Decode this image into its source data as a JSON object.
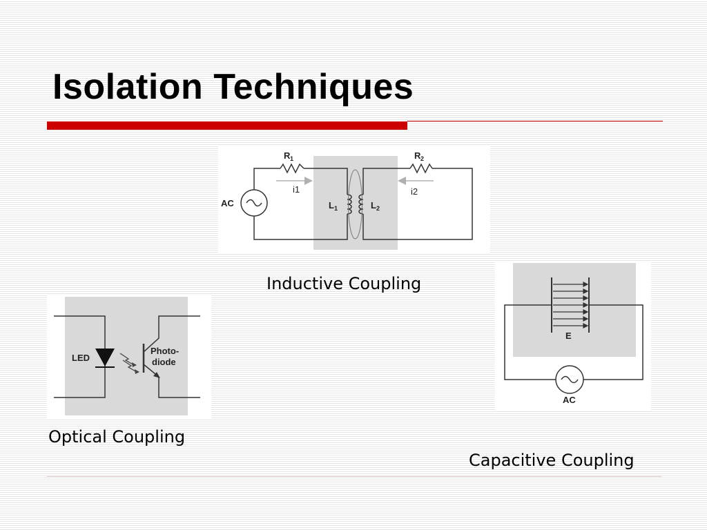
{
  "slide": {
    "title": "Isolation Techniques"
  },
  "inductive": {
    "caption": "Inductive Coupling",
    "source_label": "AC",
    "r1_main": "R",
    "r1_sub": "1",
    "r2_main": "R",
    "r2_sub": "2",
    "i1_label": "i1",
    "i2_label": "i2",
    "l1_main": "L",
    "l1_sub": "1",
    "l2_main": "L",
    "l2_sub": "2"
  },
  "optical": {
    "caption": "Optical Coupling",
    "led_label": "LED",
    "photo_line1": "Photo-",
    "photo_line2": "diode"
  },
  "capacitive": {
    "caption": "Capacitive Coupling",
    "field_label": "E",
    "source_label": "AC"
  },
  "colors": {
    "accent_red": "#cc0000",
    "panel_gray": "#d9d9d9",
    "arrow_gray": "#b0b0b0"
  }
}
